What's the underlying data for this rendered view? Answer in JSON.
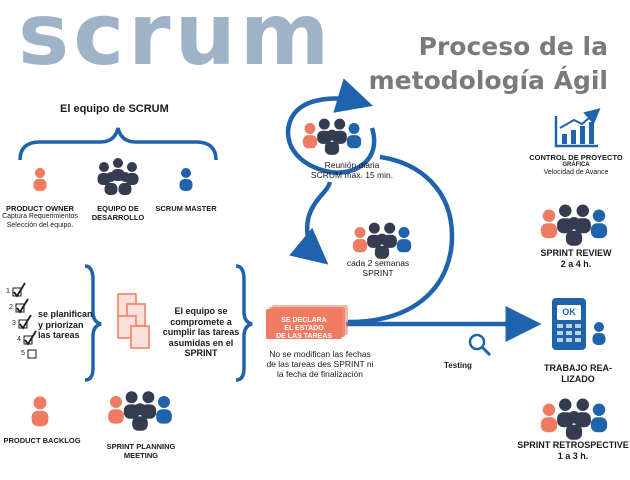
{
  "header": {
    "scrum_word": "scrum",
    "title_line1": "Proceso de la",
    "title_line2": "metodología Ágil"
  },
  "team": {
    "title": "El equipo de SCRUM",
    "product_owner": "PRODUCT OWNER",
    "product_owner_desc1": "Captura Requerimientos",
    "product_owner_desc2": "Selección del equipo.",
    "dev_team1": "EQUIPO DE",
    "dev_team2": "DESARROLLO",
    "scrum_master": "SCRUM MASTER"
  },
  "backlog": {
    "checklist_numbers": [
      "1",
      "2",
      "3",
      "4",
      "5"
    ],
    "plan_line1": "se planifican",
    "plan_line2": "y priorizan",
    "plan_line3": "las tareas",
    "label": "PRODUCT BACKLOG"
  },
  "commitment": {
    "line1": "El equipo se",
    "line2": "compromete a",
    "line3": "cumplir las tareas",
    "line4": "asumidas en el",
    "line5": "SPRINT"
  },
  "planning": {
    "line1": "SPRINT PLANNING",
    "line2": "MEETING"
  },
  "declare": {
    "line1": "SE DECLARA",
    "line2": "EL ESTADO",
    "line3": "DE LAS TAREAS",
    "note1": "No se modifican las fechas",
    "note2": "de las tareas des SPRINT ni",
    "note3": "la fecha de finalización"
  },
  "daily": {
    "line1": "Reunión diaria",
    "line2": "SCRUM  max. 15 min."
  },
  "sprint_cycle": {
    "line1": "cada 2 semanas",
    "line2": "SPRINT"
  },
  "testing": "Testing",
  "control": {
    "line1": "CONTROL DE PROYECTO",
    "line2": "GRÁFICA",
    "line3": "Velocidad de Avance"
  },
  "review": {
    "line1": "SPRINT REVIEW",
    "line2": "2 a 4 h."
  },
  "done": {
    "ok": "OK",
    "line1": "TRABAJO REA-",
    "line2": "LIZADO"
  },
  "retro": {
    "line1": "SPRINT RETROSPECTIVE",
    "line2": "1 a 3 h."
  },
  "colors": {
    "blue": "#1f63ad",
    "salmon": "#ef7b62",
    "navy": "#363c50",
    "grey_title": "#7a7a7a",
    "scrum_light": "#9fb3c8"
  }
}
